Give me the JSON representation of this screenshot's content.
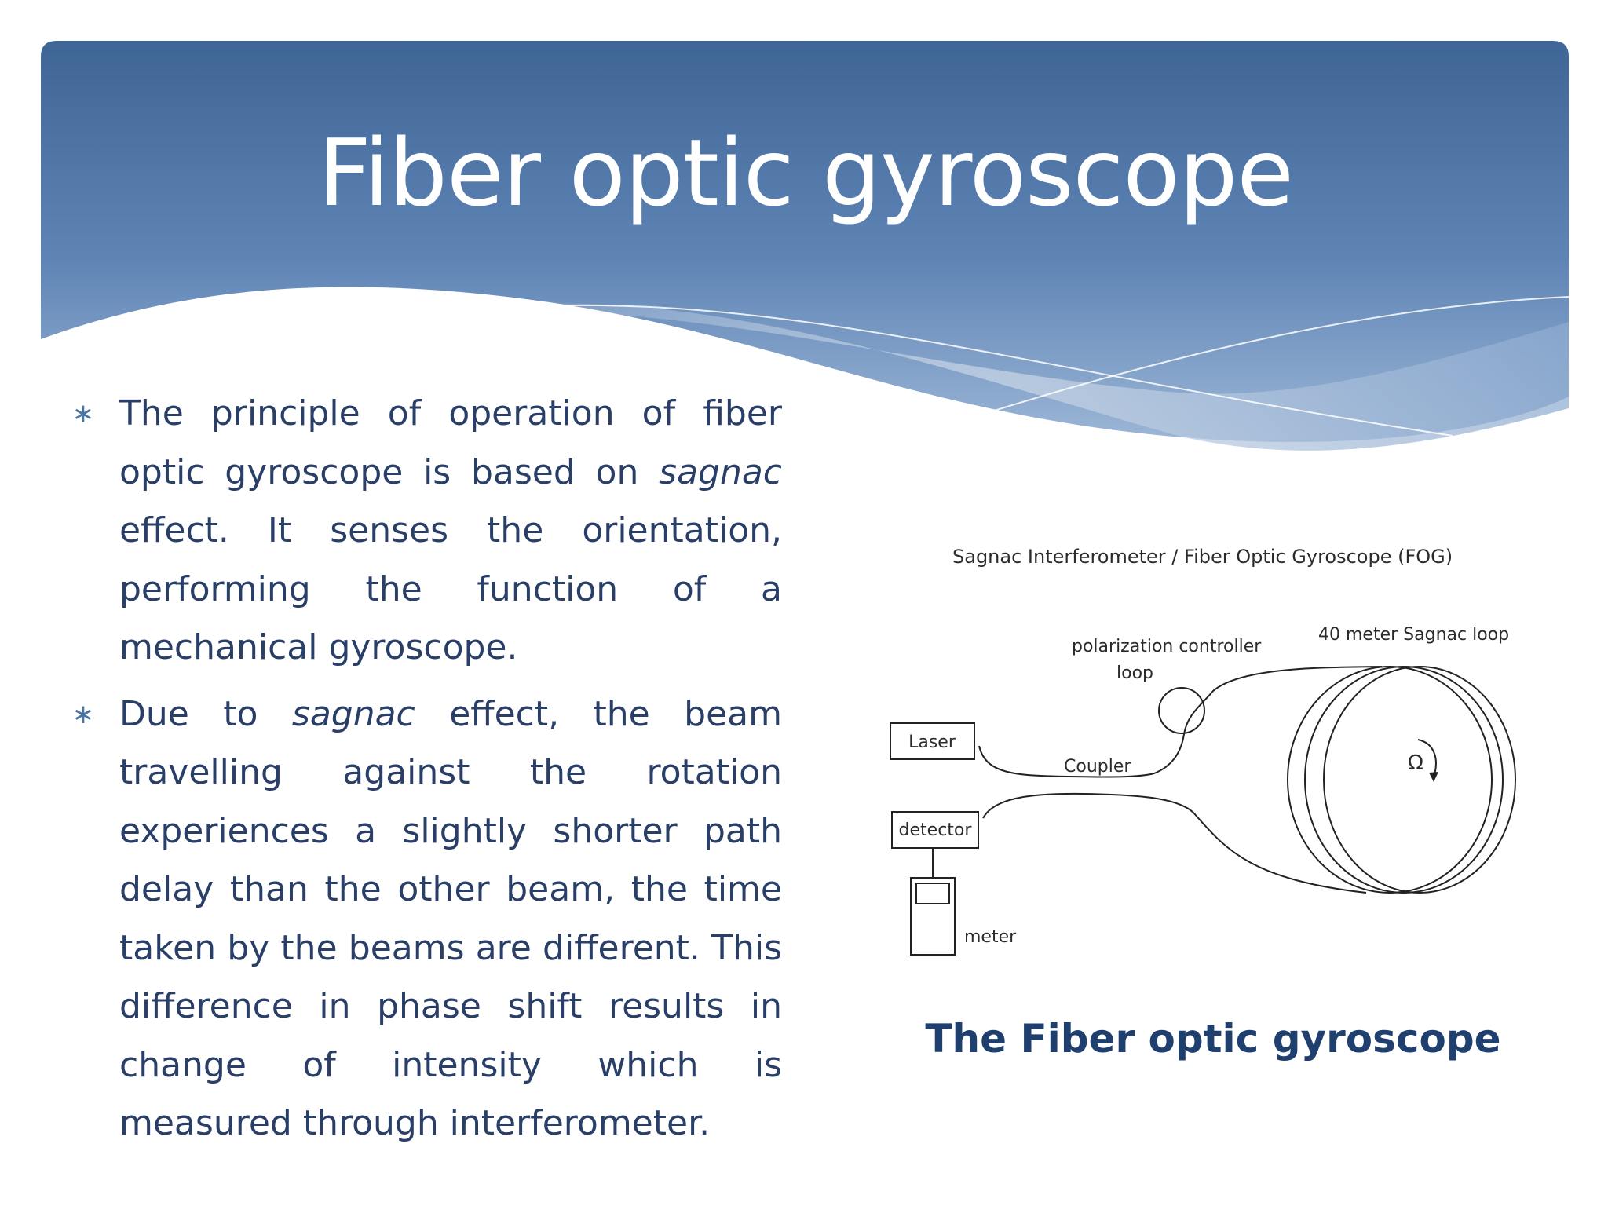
{
  "slide": {
    "title": "Fiber optic gyroscope",
    "caption": "The Fiber optic gyroscope",
    "colors": {
      "header_top": "#3e6595",
      "header_bottom": "#86a5cd",
      "body_text": "#2a3f68",
      "bullet": "#4a73a6",
      "caption": "#1f3f6e"
    }
  },
  "bullets": [
    {
      "icon": "asterisk-bullet-icon",
      "parts": [
        {
          "text": "The principle of operation of fiber optic gyroscope is based on ",
          "italic": false
        },
        {
          "text": "sagnac",
          "italic": true
        },
        {
          "text": " effect. It senses the orientation, performing the function of a mechanical gyroscope.",
          "italic": false
        }
      ]
    },
    {
      "icon": "asterisk-bullet-icon",
      "parts": [
        {
          "text": "Due to ",
          "italic": false
        },
        {
          "text": "sagnac",
          "italic": true
        },
        {
          "text": " effect, the beam travelling against the rotation experiences a slightly shorter path delay than the other beam, the time taken by the beams are different. This difference in phase shift results in change of intensity which is measured through interferometer.",
          "italic": false
        }
      ]
    }
  ],
  "diagram": {
    "title": "Sagnac Interferometer / Fiber Optic Gyroscope (FOG)",
    "labels": {
      "sagnac_loop": "40 meter Sagnac loop",
      "polarization_line1": "polarization controller",
      "polarization_line2": "loop",
      "laser": "Laser",
      "coupler": "Coupler",
      "omega": "Ω",
      "detector": "detector",
      "meter": "meter"
    }
  }
}
